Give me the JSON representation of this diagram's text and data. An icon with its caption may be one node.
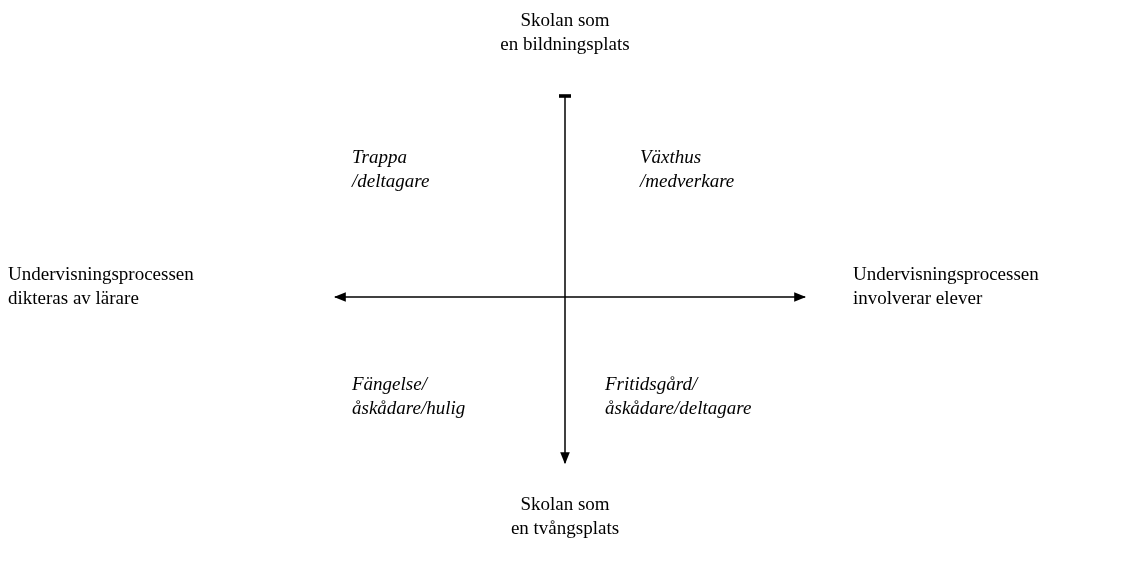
{
  "diagram": {
    "labels": [
      "Skolan som en bildningsplats",
      "Trappa /deltagare",
      "Växthus /medverkare",
      "Undervisningsprocessen dikteras av lärare",
      "Undervisningsprocessen involverar elever",
      "Fängelse/ åskådare/hulig",
      "Fritidsgård/ åskådare/deltagare",
      "Skolan som en tvångsplats"
    ]
  }
}
